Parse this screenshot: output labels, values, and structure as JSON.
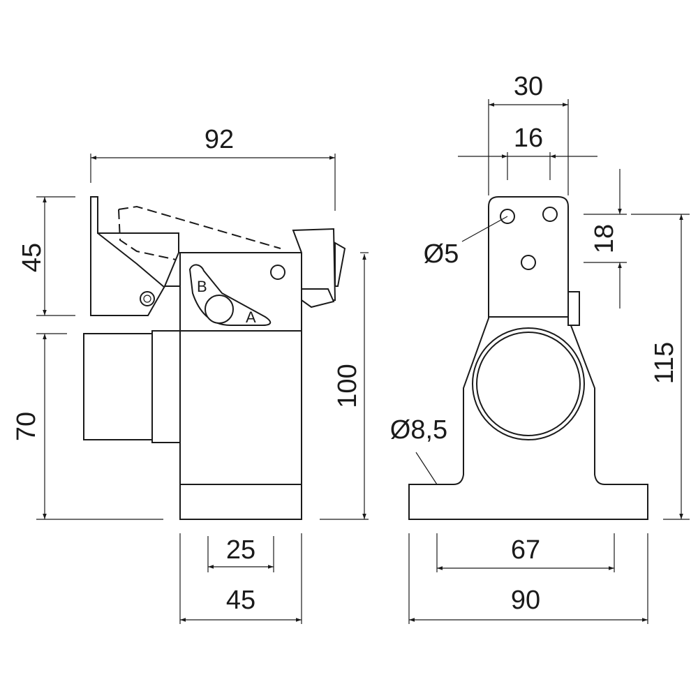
{
  "side_view": {
    "dim_overall_length": "92",
    "dim_top_height": "45",
    "dim_lower_height": "70",
    "dim_total_height": "100",
    "dim_inner_width": "25",
    "dim_outer_width": "45",
    "position_label_a": "A",
    "position_label_b": "B"
  },
  "front_view": {
    "dim_top_width": "30",
    "dim_hole_spacing": "16",
    "dim_hole_offset": "18",
    "dim_total_height": "115",
    "dim_hole_spacing_base": "67",
    "dim_base_width": "90",
    "small_hole_diameter": "Ø5",
    "base_hole_diameter": "Ø8,5"
  }
}
